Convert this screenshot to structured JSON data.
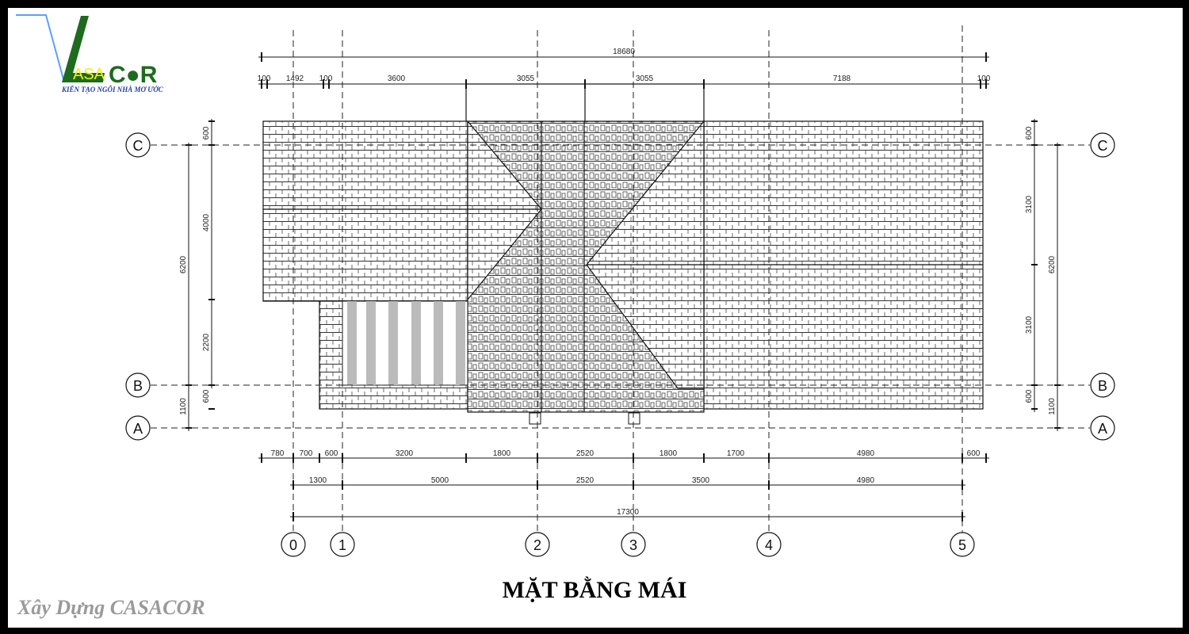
{
  "logo": {
    "text_asa": "ASA",
    "text_cor": "COR",
    "tagline": "KIẾN TẠO NGÔI NHÀ MƠ ƯỚC",
    "colors": {
      "green": "#1e6b1e",
      "yellow": "#f2f200",
      "blue": "#5aa0ff"
    }
  },
  "title": "MẶT BẰNG MÁI",
  "watermark": "Xây Dựng CASACOR",
  "axes": {
    "columns": [
      "0",
      "1",
      "2",
      "3",
      "4",
      "5"
    ],
    "rows": [
      "A",
      "B",
      "C"
    ]
  },
  "dims": {
    "top_overall": "18680",
    "top": [
      "100",
      "1492",
      "100",
      "3600",
      "3055",
      "3055",
      "7188",
      "100"
    ],
    "bottom_row1": [
      "780",
      "700",
      "600",
      "3200",
      "1800",
      "2520",
      "1800",
      "1700",
      "4980",
      "600"
    ],
    "bottom_row2": [
      "1300",
      "5000",
      "2520",
      "3500",
      "4980"
    ],
    "bottom_overall": "17300",
    "left_inner": [
      "600",
      "4000",
      "2200",
      "600"
    ],
    "left_outer": [
      "6200",
      "1100"
    ],
    "right_inner": [
      "600",
      "3100",
      "3100",
      "600"
    ],
    "right_outer": [
      "6200",
      "1100"
    ]
  }
}
